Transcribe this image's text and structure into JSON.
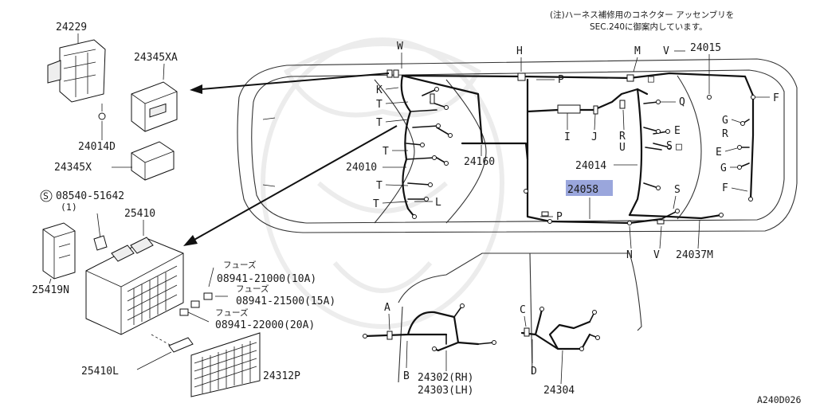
{
  "note": {
    "line1": "(注)ハーネス補修用のコネクター アッセンブリを",
    "line2": "SEC.240に御案内しています。"
  },
  "diagram_code": "A240D026",
  "highlight_color": "#9aa6dc",
  "parts": {
    "p24229": "24229",
    "p24345xa": "24345XA",
    "p24014d": "24014D",
    "p24345x": "24345X",
    "screw": "08540-51642",
    "screw_qty": "(1)",
    "p25410": "25410",
    "p25419n": "25419N",
    "p25410l": "25410L",
    "p24312p": "24312P",
    "fuse_label": "フューズ",
    "fuse1": "08941-21000(10A)",
    "fuse2": "08941-21500(15A)",
    "fuse3": "08941-22000(20A)",
    "p24015": "24015",
    "p24010": "24010",
    "p24160": "24160",
    "p24014": "24014",
    "p24058": "24058",
    "p24037m": "24037M",
    "p24302": "24302(RH)",
    "p24303": "24303(LH)",
    "p24304": "24304"
  },
  "callouts": {
    "W": "W",
    "K": "K",
    "T": "T",
    "L": "L",
    "H": "H",
    "P": "P",
    "M": "M",
    "V": "V",
    "F": "F",
    "G": "G",
    "R": "R",
    "E": "E",
    "Q": "Q",
    "I": "I",
    "J": "J",
    "U": "U",
    "S": "S",
    "N": "N",
    "A": "A",
    "B": "B",
    "C": "C",
    "D": "D",
    "box": "□",
    "circleS": "S"
  }
}
